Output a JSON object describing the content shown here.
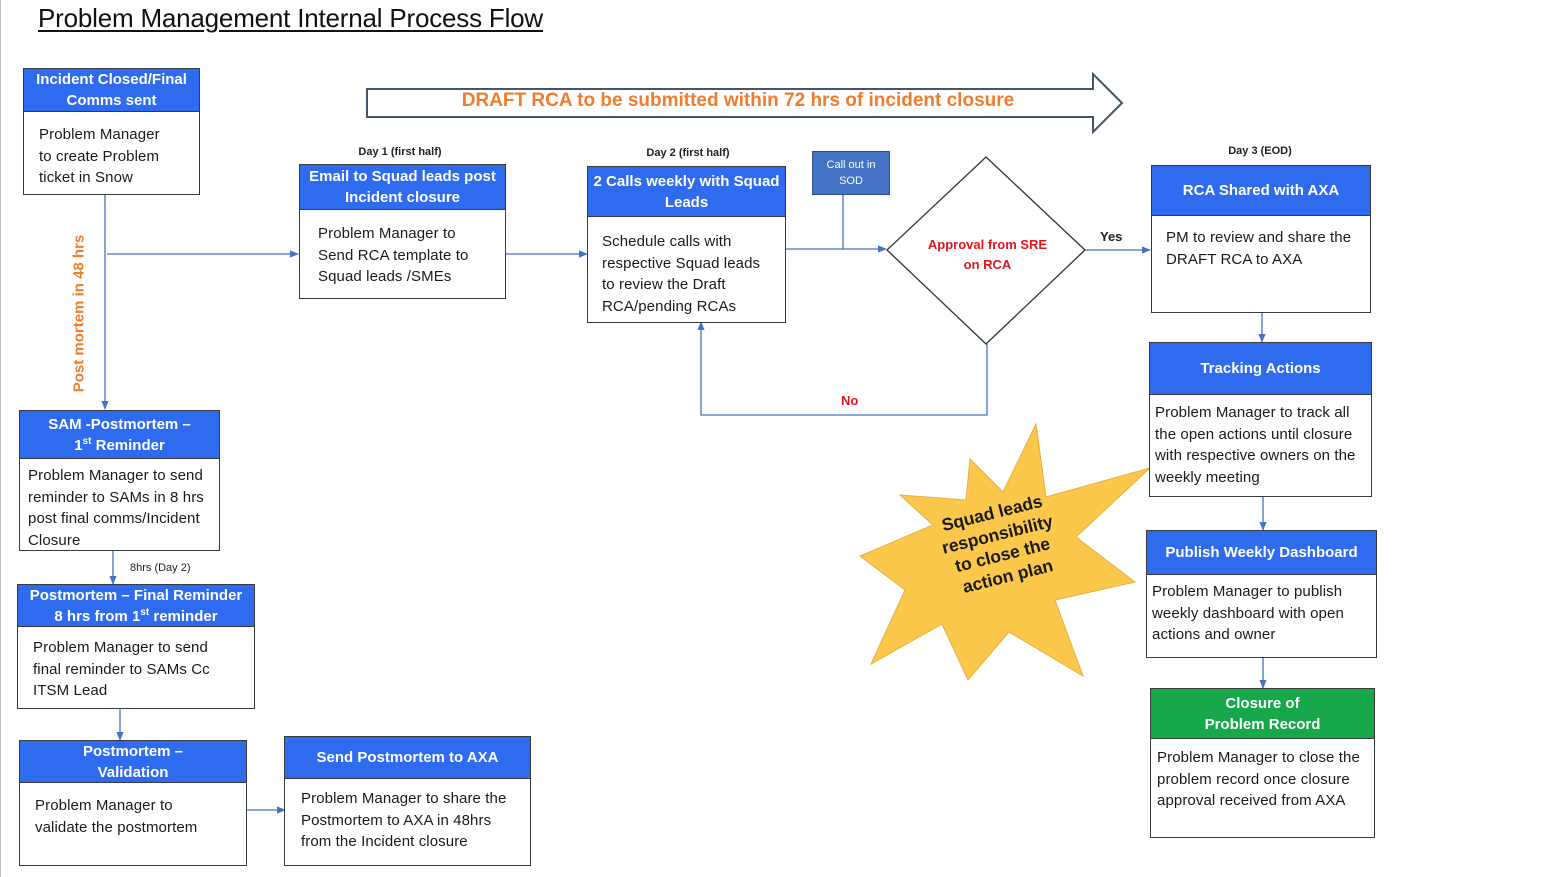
{
  "title": "Problem Management Internal Process Flow",
  "banner": "DRAFT RCA to be submitted within 72 hrs of incident closure",
  "side_label": "Post mortem in 48 hrs",
  "day_labels": {
    "day1": "Day 1 (first half)",
    "day2": "Day 2 (first half)",
    "day3": "Day 3 (EOD)"
  },
  "connector_labels": {
    "hrs8": "8hrs (Day 2)",
    "yes": "Yes",
    "no": "No"
  },
  "callout": "Call out in\nSOD",
  "decision": "Approval from SRE\non RCA",
  "burst": "Squad leads\nresponsibility\nto close the\naction plan",
  "boxes": {
    "incident": {
      "header": "Incident Closed/Final Comms sent",
      "body": "Problem Manager\nto create Problem\nticket in Snow"
    },
    "email": {
      "header": "Email to Squad leads post Incident closure",
      "body": "Problem Manager to\nSend RCA template to\nSquad leads /SMEs"
    },
    "calls": {
      "header": "2 Calls weekly  with Squad Leads",
      "body": "Schedule calls with\nrespective Squad leads\nto review the Draft\nRCA/pending RCAs"
    },
    "shared": {
      "header": "RCA Shared with AXA",
      "body": "PM to review and share the\nDRAFT RCA to AXA"
    },
    "tracking": {
      "header": "Tracking Actions",
      "body": "Problem Manager to track all\nthe open actions until closure\nwith respective owners on the\nweekly meeting"
    },
    "publish": {
      "header": "Publish Weekly Dashboard",
      "body": "Problem Manager to publish\nweekly dashboard with open\nactions and owner"
    },
    "closure": {
      "header_line1": "Closure of",
      "header_line2": "Problem Record",
      "body": "Problem Manager to close the\nproblem record once closure\napproval received from AXA"
    },
    "sam": {
      "header_line1": "SAM -Postmortem –",
      "header_line2_pre": "1",
      "header_line2_sup": "st",
      "header_line2_post": " Reminder",
      "body": "Problem Manager to send\nreminder to SAMs in 8 hrs\npost final comms/Incident\nClosure"
    },
    "final": {
      "header_line1": "Postmortem – Final Reminder",
      "header_line2_pre": "8 hrs from 1",
      "header_line2_sup": "st",
      "header_line2_post": " reminder",
      "body": "Problem Manager to send\nfinal reminder to SAMs Cc\nITSM Lead"
    },
    "validation": {
      "header": "Postmortem – Validation",
      "body": "Problem Manager  to\nvalidate the postmortem"
    },
    "send": {
      "header": "Send Postmortem to AXA",
      "body": "Problem Manager to share the\nPostmortem to AXA in 48hrs\nfrom the Incident closure"
    }
  },
  "colors": {
    "header_blue": "#2f6bef",
    "header_green": "#16a84a",
    "accent_orange": "#ef7d2d",
    "decision_red": "#e0161c",
    "burst_fill": "#fbc84b",
    "connector": "#4472c4"
  }
}
